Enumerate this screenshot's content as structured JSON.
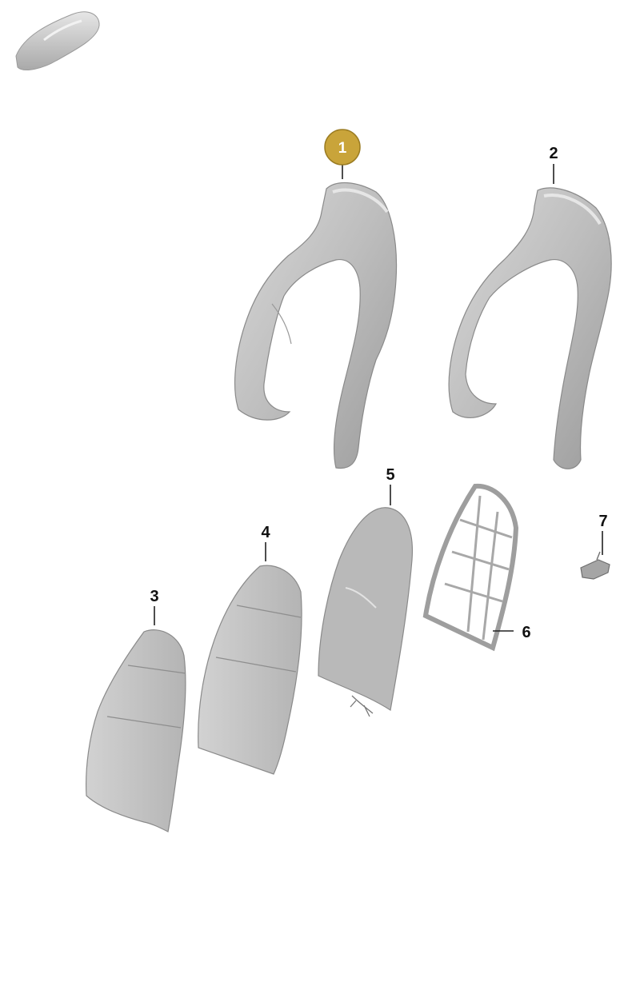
{
  "diagram": {
    "callouts": [
      {
        "id": "1",
        "label": "1",
        "highlighted": true
      },
      {
        "id": "2",
        "label": "2",
        "highlighted": false
      },
      {
        "id": "3",
        "label": "3",
        "highlighted": false
      },
      {
        "id": "4",
        "label": "4",
        "highlighted": false
      },
      {
        "id": "5",
        "label": "5",
        "highlighted": false
      },
      {
        "id": "6",
        "label": "6",
        "highlighted": false
      },
      {
        "id": "7",
        "label": "7",
        "highlighted": false
      }
    ]
  },
  "colors": {
    "highlight_fill": "#c9a43a",
    "highlight_stroke": "#9b7c22",
    "part_fill": "#c4c4c4",
    "part_shade": "#a8a8a8",
    "line": "#222222"
  },
  "icons": {
    "vehicle_thumbnail": "car-silhouette-icon"
  }
}
